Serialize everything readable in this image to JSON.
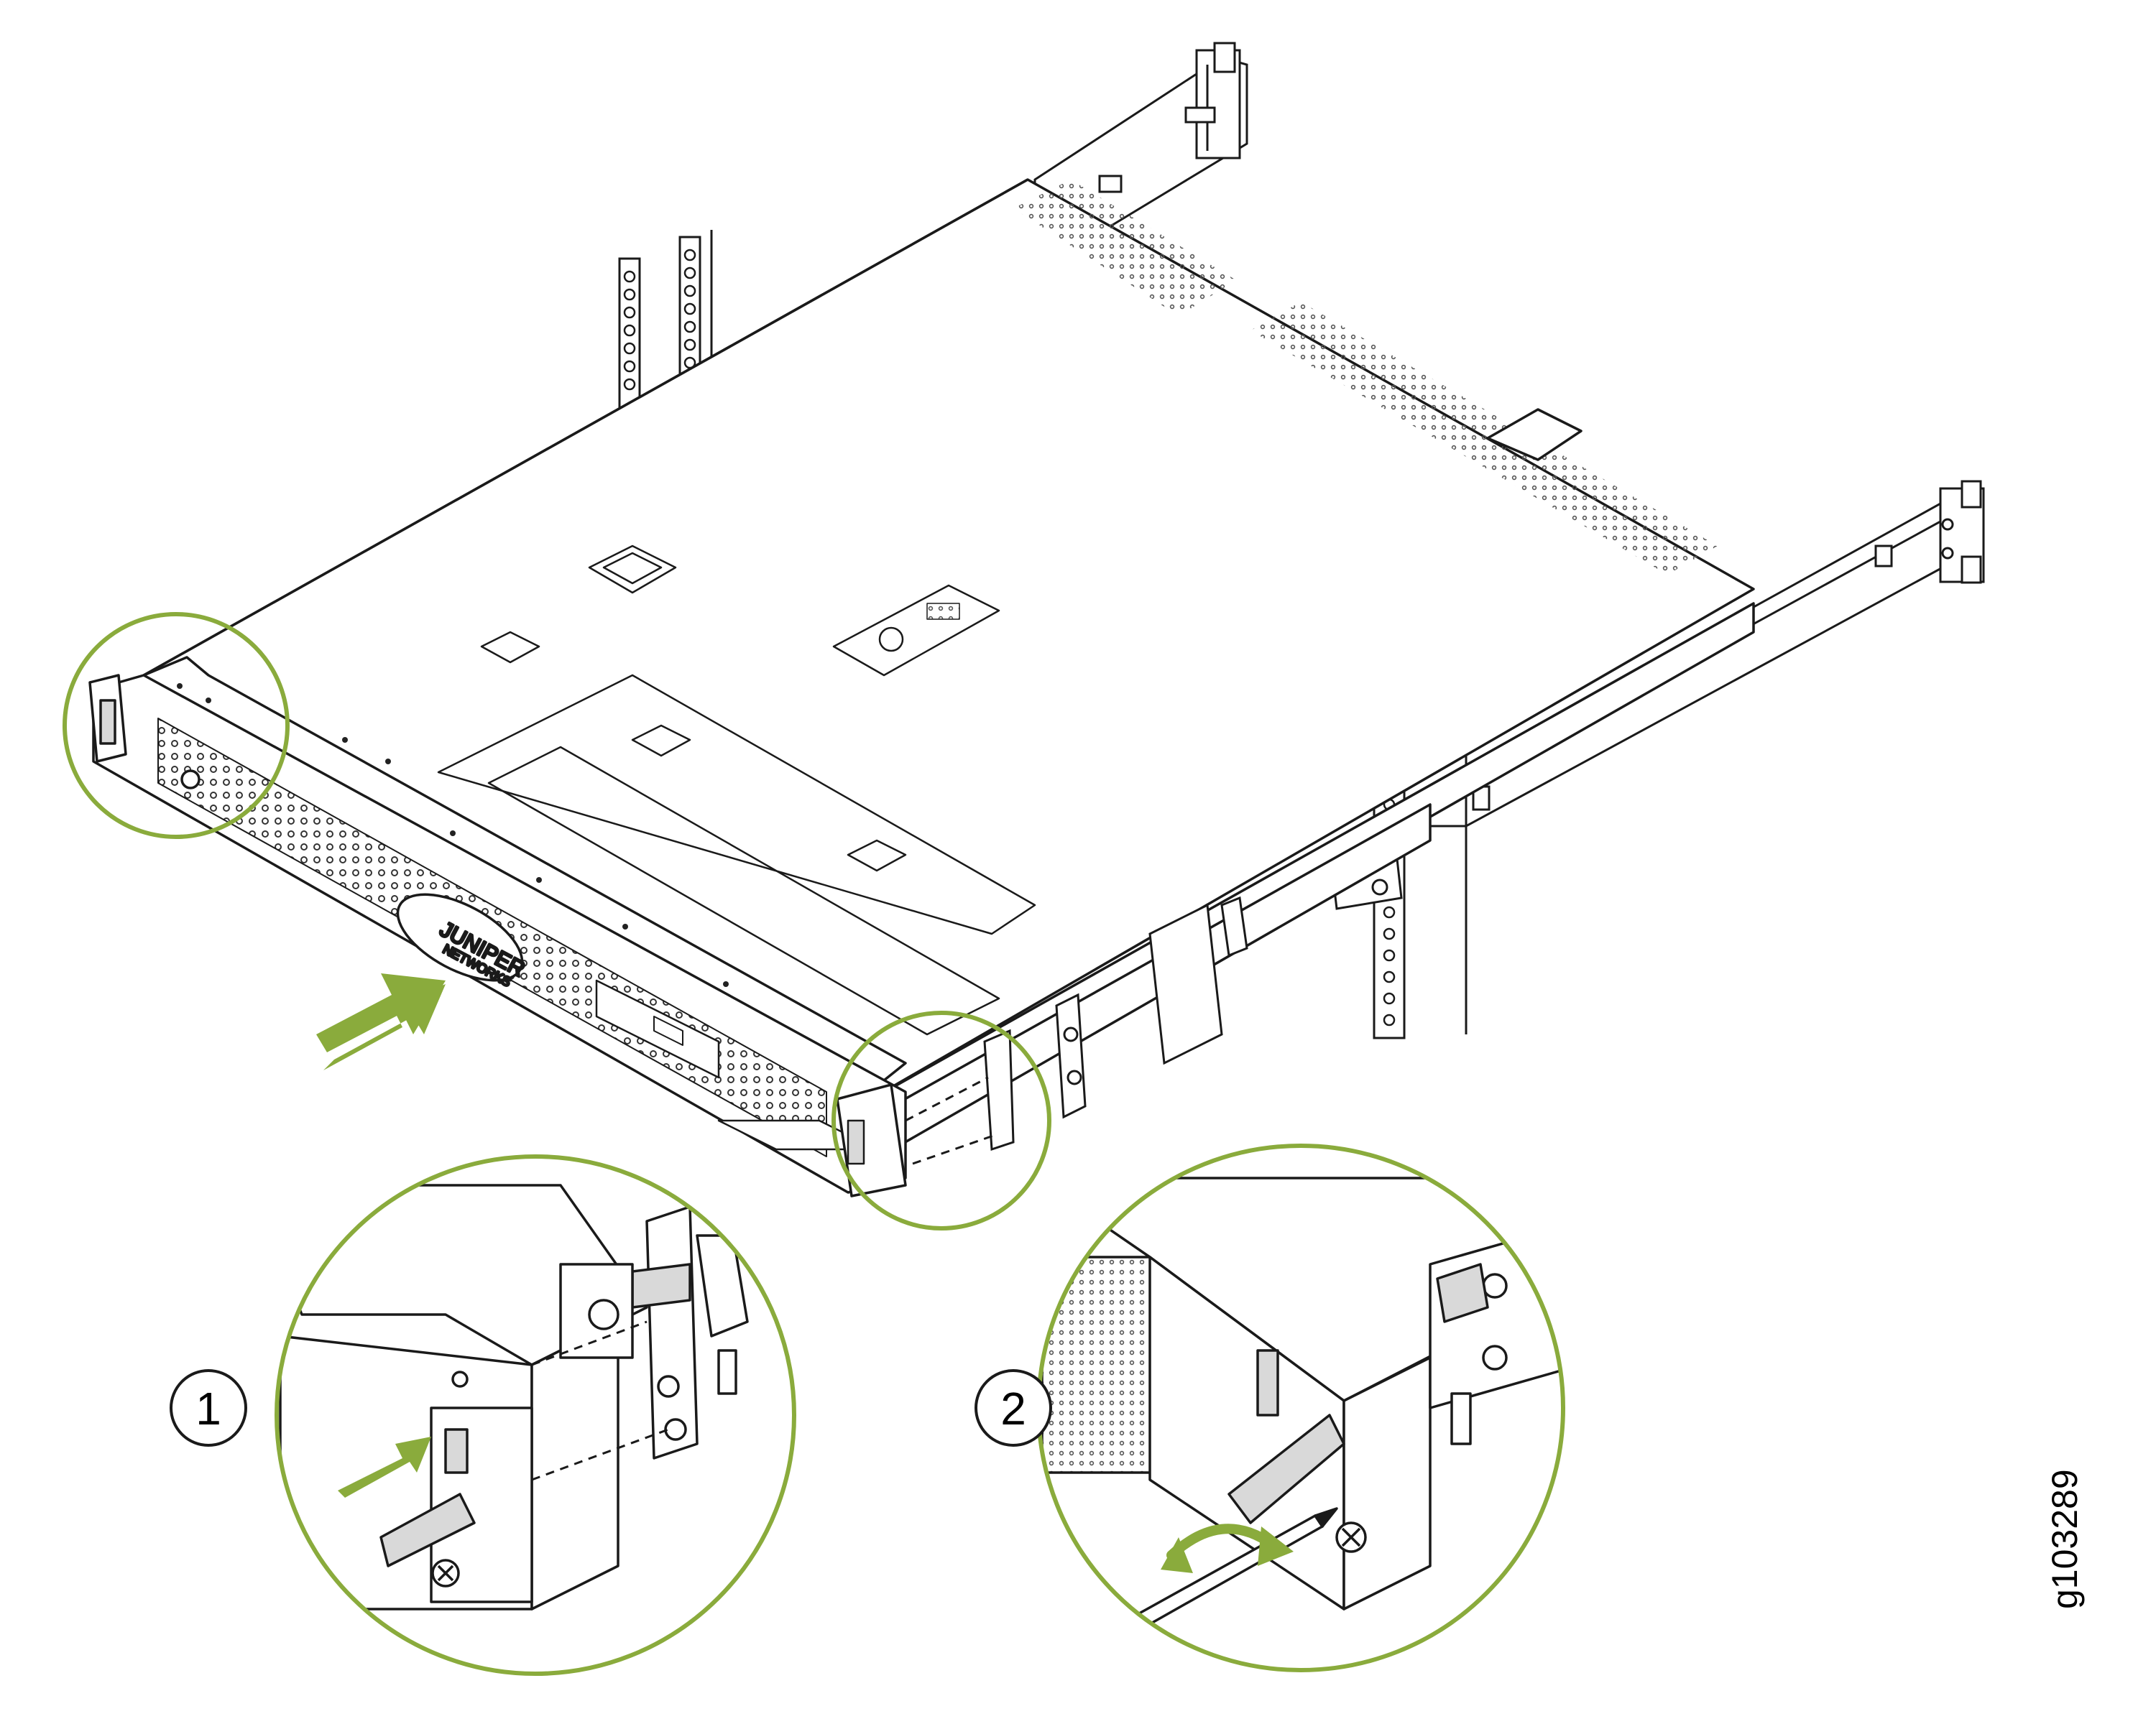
{
  "callouts": {
    "step1": "1",
    "step2": "2"
  },
  "figure_id": "g103289",
  "logo": {
    "brand": "JUNIPER",
    "sub": "NETWORKS"
  },
  "colors": {
    "accent": "#8aab3c",
    "line": "#1a1a1a",
    "fill_light": "#ffffff",
    "fill_gray": "#d9d9d9"
  },
  "icons": [
    "push-arrow-icon",
    "rotate-arrow-icon",
    "screwdriver-icon"
  ]
}
